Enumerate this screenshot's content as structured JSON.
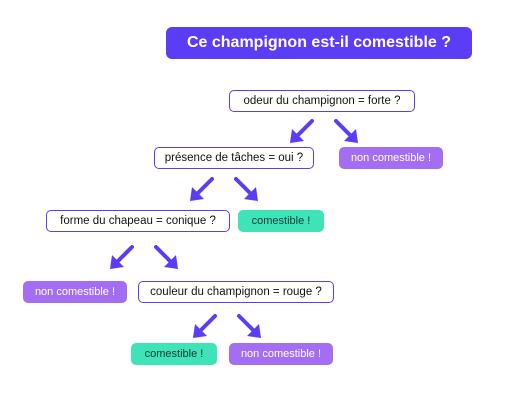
{
  "title": "Ce champignon est-il comestible ?",
  "nodes": {
    "q_odeur": "odeur du champignon = forte ?",
    "q_taches": "présence de tâches = oui ?",
    "q_chapeau": "forme du chapeau = conique ?",
    "q_couleur": "couleur du champignon = rouge ?",
    "leaf_1": "non comestible !",
    "leaf_2": "comestible !",
    "leaf_3": "non comestible !",
    "leaf_4": "comestible !",
    "leaf_5": "non comestible !"
  },
  "colors": {
    "accent": "#5b3df5",
    "no_leaf": "#a46ef2",
    "yes_leaf": "#3ee3b8",
    "arrow": "#5b3df5"
  },
  "icons": [
    "arrow-down-left-icon",
    "arrow-down-right-icon"
  ]
}
